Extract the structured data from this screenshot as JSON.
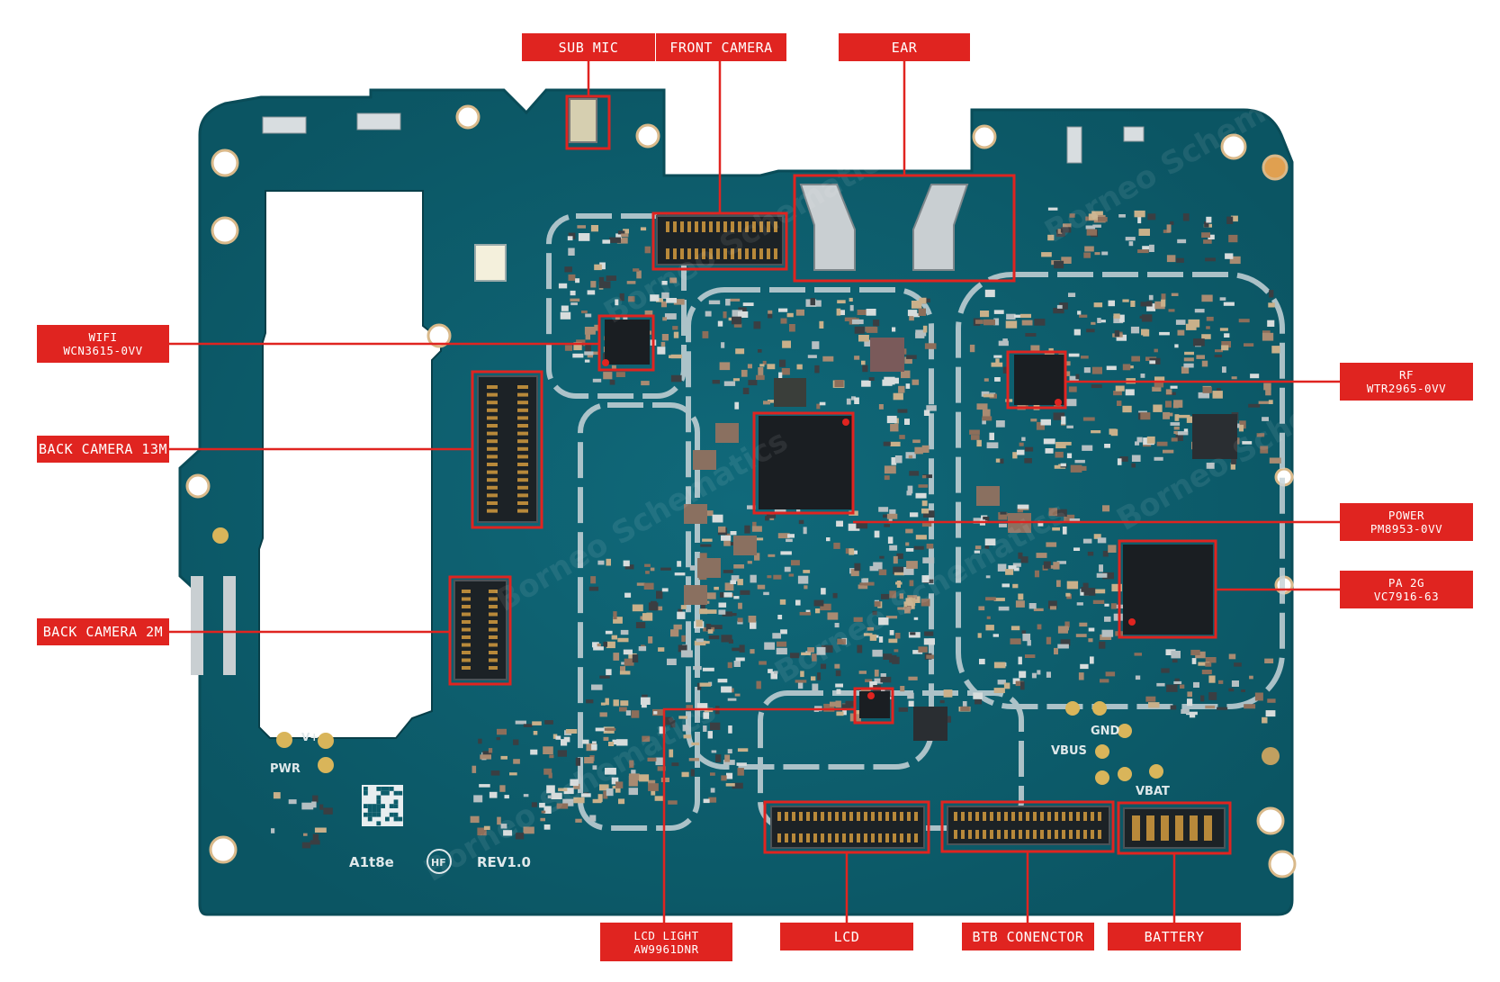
{
  "labels": {
    "sub_mic": "SUB MIC",
    "front_camera": "FRONT CAMERA",
    "ear": "EAR",
    "wifi_name": "WIFI",
    "wifi_part": "WCN3615-0VV",
    "back_camera_13m": "BACK CAMERA 13M",
    "back_camera_2m": "BACK CAMERA 2M",
    "rf_name": "RF",
    "rf_part": "WTR2965-0VV",
    "power_name": "POWER",
    "power_part": "PM8953-0VV",
    "pa_name": "PA 2G",
    "pa_part": "VC7916-63",
    "lcd_light_name": "LCD LIGHT",
    "lcd_light_part": "AW9961DNR",
    "lcd": "LCD",
    "btb": "BTB CONENCTOR",
    "battery": "BATTERY"
  },
  "board_text": {
    "pwr": "PWR",
    "vplus": "V+",
    "model": "A1t8e",
    "hf": "HF",
    "rev": "REV1.0",
    "gnd": "GND",
    "vbus": "VBUS",
    "vbat": "VBAT"
  },
  "watermark": "Borneo Schematics",
  "colors": {
    "label_bg": "#e02420",
    "board": "#0d5d6b",
    "board_edge": "#0a4c58"
  }
}
